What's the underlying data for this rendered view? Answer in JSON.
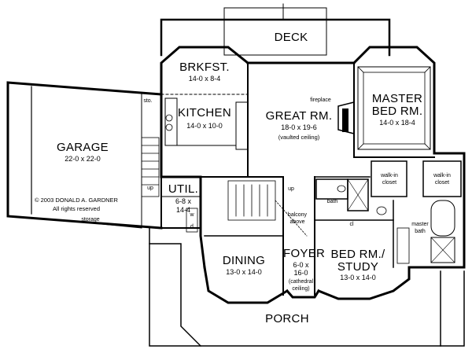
{
  "rooms": {
    "deck": {
      "name": "DECK"
    },
    "brkfst": {
      "name": "BRKFST.",
      "dim": "14-0  x  8-4"
    },
    "kitchen": {
      "name": "KITCHEN",
      "dim": "14-0  x  10-0"
    },
    "great": {
      "name": "GREAT RM.",
      "dim": "18-0  x  19-6",
      "note": "(vaulted ceiling)"
    },
    "master": {
      "name1": "MASTER",
      "name2": "BED RM.",
      "dim": "14-0  x  18-4"
    },
    "garage": {
      "name": "GARAGE",
      "dim": "22-0  x  22-0"
    },
    "util": {
      "name": "UTIL.",
      "dim1": "6-8  x",
      "dim2": "14-4"
    },
    "dining": {
      "name": "DINING",
      "dim": "13-0  x  14-0"
    },
    "foyer": {
      "name": "FOYER",
      "dim1": "6-0  x",
      "dim2": "16-0",
      "note1": "(cathedral",
      "note2": "ceiling)"
    },
    "bed2": {
      "name1": "BED RM./",
      "name2": "STUDY",
      "dim": "13-0  x  14-0"
    },
    "porch": {
      "name": "PORCH"
    }
  },
  "labels": {
    "fireplace": "fireplace",
    "sto": "sto.",
    "up_garage": "up",
    "up_stair": "up",
    "balcony1": "balcony",
    "balcony2": "above",
    "walkin_left1": "walk-in",
    "walkin_left2": "closet",
    "walkin_right1": "walk-in",
    "walkin_right2": "closet",
    "bath": "bath",
    "master_bath1": "master",
    "master_bath2": "bath",
    "cl": "cl",
    "storage": "storage",
    "w": "w",
    "d": "d"
  },
  "copyright": {
    "line1": "© 2003 DONALD A. GARDNER",
    "line2": "All rights reserved"
  }
}
